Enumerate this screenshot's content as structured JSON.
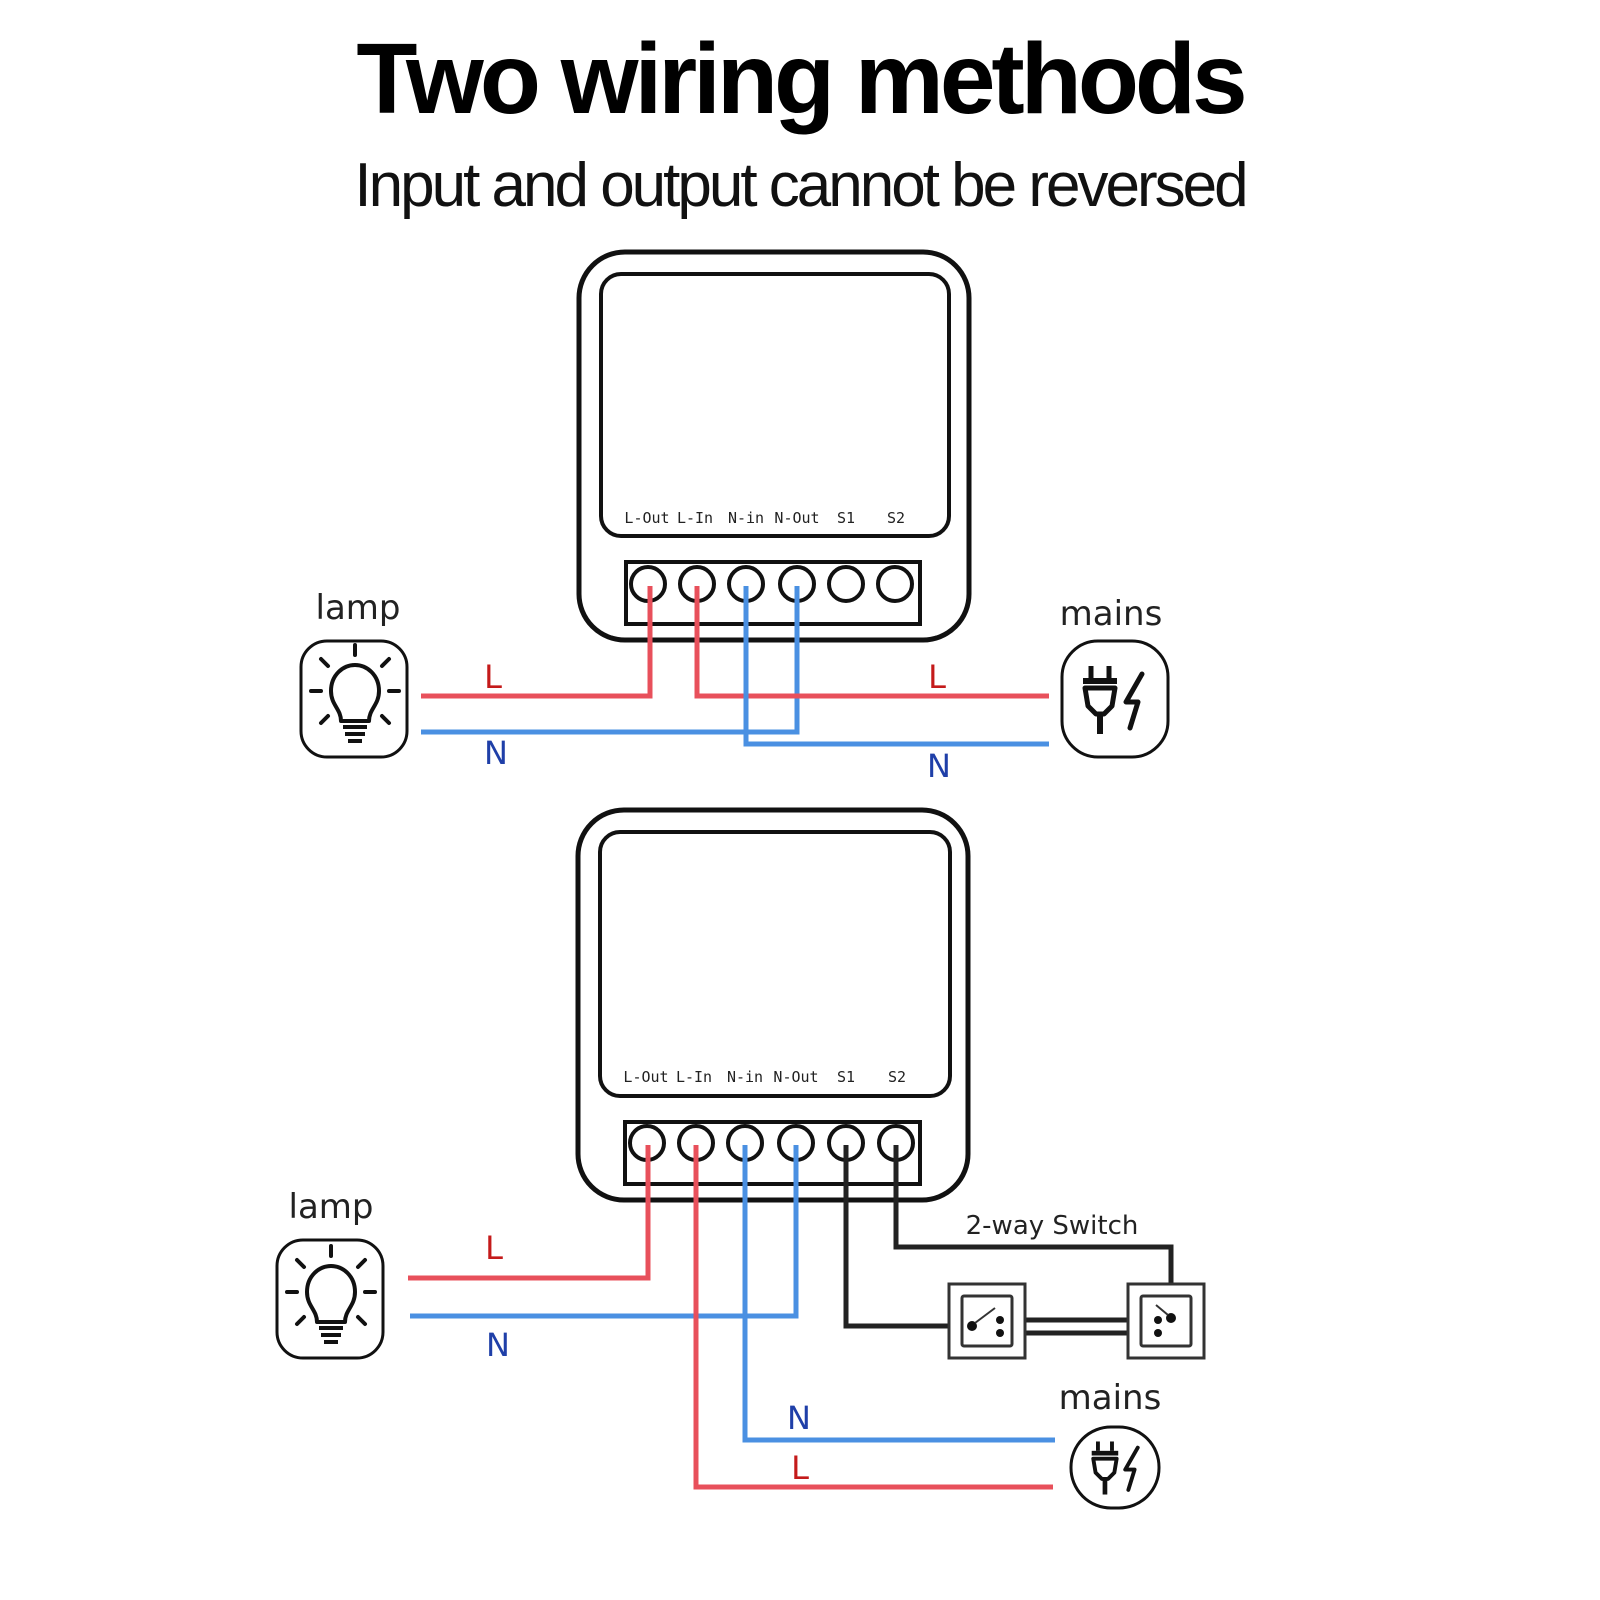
{
  "title": "Two wiring methods",
  "subtitle": "Input and output cannot be reversed",
  "colors": {
    "live": "#e8505b",
    "neutral": "#4a90e2",
    "signal": "#222222",
    "outline": "#111111",
    "live_label": "#c41a1a",
    "neutral_label": "#1f3fa8"
  },
  "module": {
    "terminals": [
      "L-Out",
      "L-In",
      "N-in",
      "N-Out",
      "S1",
      "S2"
    ]
  },
  "method1": {
    "lamp_label": "lamp",
    "mains_label": "mains",
    "lamp_wire_L": "L",
    "lamp_wire_N": "N",
    "mains_wire_L": "L",
    "mains_wire_N": "N",
    "lamp_icon": "lightbulb-icon",
    "mains_icon": "power-plug-icon"
  },
  "method2": {
    "lamp_label": "lamp",
    "mains_label": "mains",
    "switch_label": "2-way Switch",
    "lamp_wire_L": "L",
    "lamp_wire_N": "N",
    "mains_wire_N": "N",
    "mains_wire_L": "L",
    "lamp_icon": "lightbulb-icon",
    "mains_icon": "power-plug-icon",
    "switch_icon": "two-way-switch-icon"
  }
}
